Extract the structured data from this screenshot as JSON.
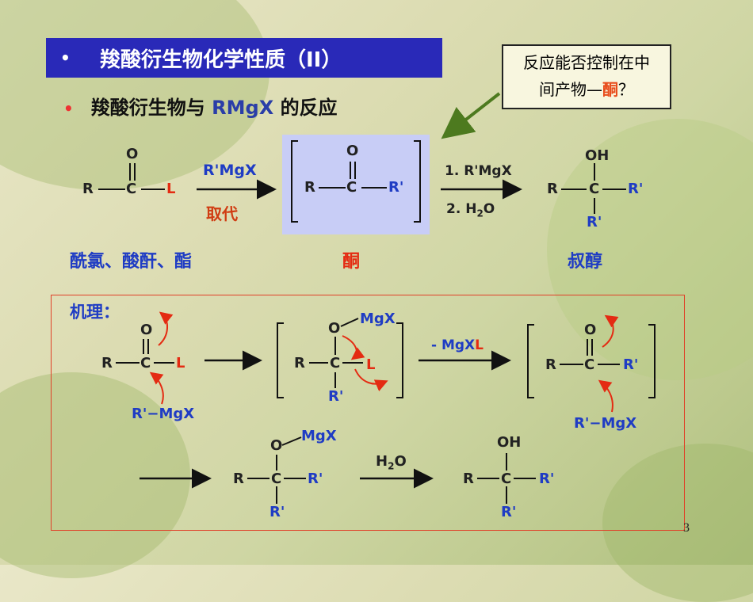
{
  "slide": {
    "title": "羧酸衍生物化学性质（II）",
    "bullet": "•",
    "subtitle_prefix": "羧酸衍生物与",
    "subtitle_reagent": "RMgX",
    "subtitle_suffix": "的反应",
    "callout_line1": "反应能否控制在中",
    "callout_line2_prefix": "间产物—",
    "callout_line2_highlight": "酮",
    "callout_line2_suffix": "？",
    "page_number": "3"
  },
  "reaction": {
    "start_labels": {
      "R": "R",
      "C": "C",
      "O": "O",
      "L": "L"
    },
    "arrow1_reagent": "R'MgX",
    "arrow1_type": "取代",
    "ketone_labels": {
      "R": "R",
      "C": "C",
      "O": "O",
      "R2": "R'"
    },
    "arrow2_step1": "1. R'MgX",
    "arrow2_step2": "2. H",
    "arrow2_step2_sub": "2",
    "arrow2_step2_end": "O",
    "product_labels": {
      "R": "R",
      "C": "C",
      "OH": "OH",
      "R2": "R'",
      "R3": "R'"
    },
    "caption_start": "酰氯、酸酐、酯",
    "caption_ketone": "酮",
    "caption_product": "叔醇"
  },
  "mechanism": {
    "heading": "机理：",
    "s1": {
      "R": "R",
      "C": "C",
      "O": "O",
      "L": "L",
      "reagent": "R'−MgX"
    },
    "s2": {
      "R": "R",
      "C": "C",
      "O": "O",
      "MgX": "MgX",
      "L": "L",
      "R2": "R'"
    },
    "elim_prefix": "- MgX",
    "elim_L": "L",
    "s3": {
      "R": "R",
      "C": "C",
      "O": "O",
      "R2": "R'",
      "reagent": "R'−MgX"
    },
    "s4": {
      "R": "R",
      "C": "C",
      "O": "O",
      "MgX": "MgX",
      "R2": "R'",
      "R3": "R'"
    },
    "hydrolysis_H": "H",
    "hydrolysis_sub": "2",
    "hydrolysis_O": "O",
    "s5": {
      "R": "R",
      "C": "C",
      "OH": "OH",
      "R2": "R'",
      "R3": "R'"
    }
  }
}
